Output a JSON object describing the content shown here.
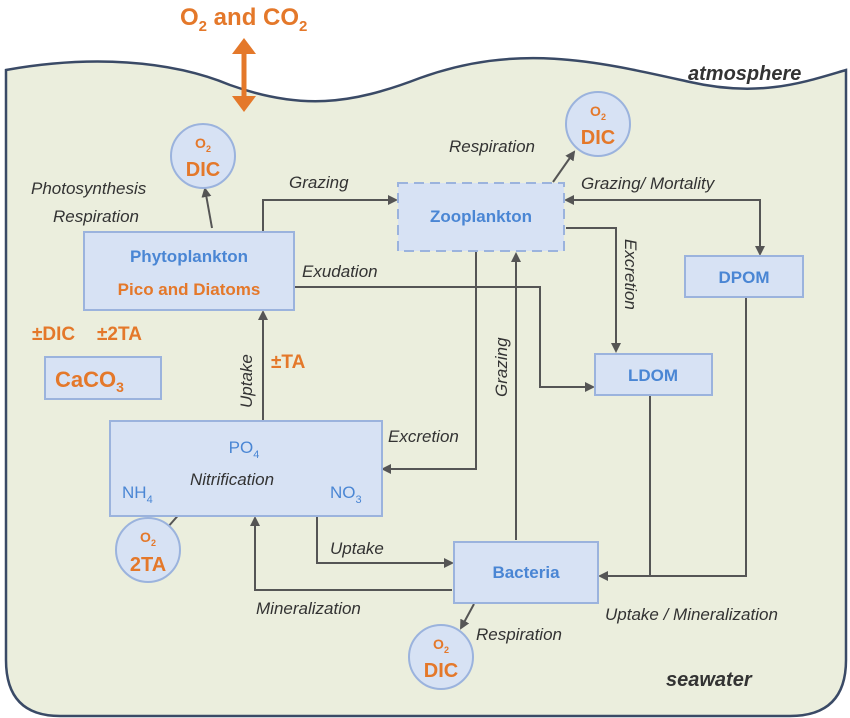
{
  "top_exchange": {
    "o": "O",
    "sub1": "2",
    "and": " and CO",
    "sub2": "2"
  },
  "atmosphere": "atmosphere",
  "seawater": "seawater",
  "boxes": {
    "phyto_line1": "Phytoplankton",
    "phyto_line2": "Pico and Diatoms",
    "zoo": "Zooplankton",
    "dpom": "DPOM",
    "ldom": "LDOM",
    "bacteria": "Bacteria",
    "caco3_main": "CaCO",
    "caco3_sub": "3",
    "nutrients_po": "PO",
    "nutrients_po_sub": "4",
    "nutrients_nh": "NH",
    "nutrients_nh_sub": "4",
    "nutrients_no": "NO",
    "nutrients_no_sub": "3",
    "nitrification": "Nitrification"
  },
  "bubbles": {
    "o2_o": "O",
    "o2_sub": "2",
    "dic": "DIC",
    "ta2": "2TA"
  },
  "orange_labels": {
    "dic_pm": "±DIC",
    "ta2_pm": "±2TA",
    "ta_pm": "±TA"
  },
  "process_labels": {
    "photosynthesis": "Photosynthesis",
    "respiration": "Respiration",
    "grazing_top": "Grazing",
    "respiration_zoo": "Respiration",
    "grazing_mortality": "Grazing/ Mortality",
    "exudation": "Exudation",
    "excretion_right": "Excretion",
    "uptake_left": "Uptake",
    "grazing_vertical": "Grazing",
    "excretion_mid": "Excretion",
    "uptake_bottom": "Uptake",
    "mineralization": "Mineralization",
    "uptake_mineralization": "Uptake / Mineralization",
    "respiration_bacteria": "Respiration"
  },
  "colors": {
    "accent_orange": "#e4782a",
    "box_fill": "#d7e2f4",
    "box_stroke": "#9bb3dd",
    "box_text": "#4a86d4",
    "seawater_fill": "#ebeedd",
    "outline": "#3a4a66"
  }
}
